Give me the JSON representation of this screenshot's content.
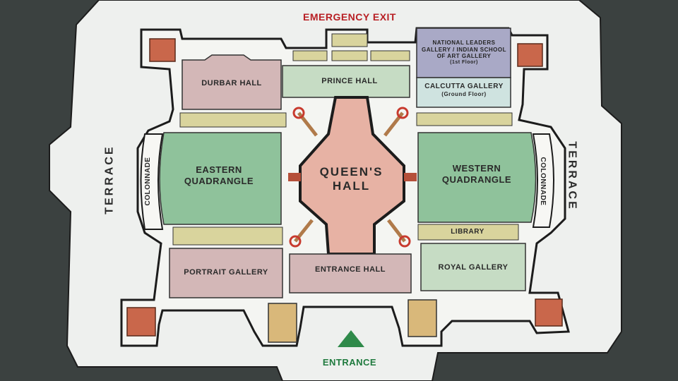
{
  "colors": {
    "background": "#3b4140",
    "board": "#eef0ee",
    "outline": "#1c1c1c",
    "hall_rose": "#d3b7b7",
    "quadrangle_green": "#8fc29b",
    "prince_green": "#c6dcc4",
    "corridor_khaki": "#d9d49d",
    "tower_orange": "#c9674b",
    "national_gallery": "#a9a9c6",
    "calcutta_gallery": "#cfe3e0",
    "queens_hall": "#e7b2a4",
    "entrance_triangle": "#2f8a4a",
    "exit_red": "#b81f24",
    "entrance_green": "#1f7a3e"
  },
  "header": {
    "emergency_exit": "EMERGENCY EXIT"
  },
  "footer": {
    "entrance": "ENTRANCE"
  },
  "sides": {
    "terrace_left": "TERRACE",
    "terrace_right": "TERRACE",
    "colonnade_left": "COLONNADE",
    "colonnade_right": "COLONNADE"
  },
  "rooms": {
    "durbar_hall": "DURBAR HALL",
    "prince_hall": "PRINCE HALL",
    "national_leaders_line1": "NATIONAL LEADERS",
    "national_leaders_line2": "GALLERY / INDIAN SCHOOL",
    "national_leaders_line3": "OF ART GALLERY",
    "national_leaders_floor": "(1st Floor)",
    "calcutta_gallery": "CALCUTTA GALLERY",
    "calcutta_floor": "(Ground Floor)",
    "eastern_quadrangle_line1": "EASTERN",
    "eastern_quadrangle_line2": "QUADRANGLE",
    "western_quadrangle_line1": "WESTERN",
    "western_quadrangle_line2": "QUADRANGLE",
    "queens_hall_line1": "QUEEN'S",
    "queens_hall_line2": "HALL",
    "library": "LIBRARY",
    "portrait_gallery": "PORTRAIT GALLERY",
    "entrance_hall": "ENTRANCE HALL",
    "royal_gallery": "ROYAL GALLERY"
  }
}
